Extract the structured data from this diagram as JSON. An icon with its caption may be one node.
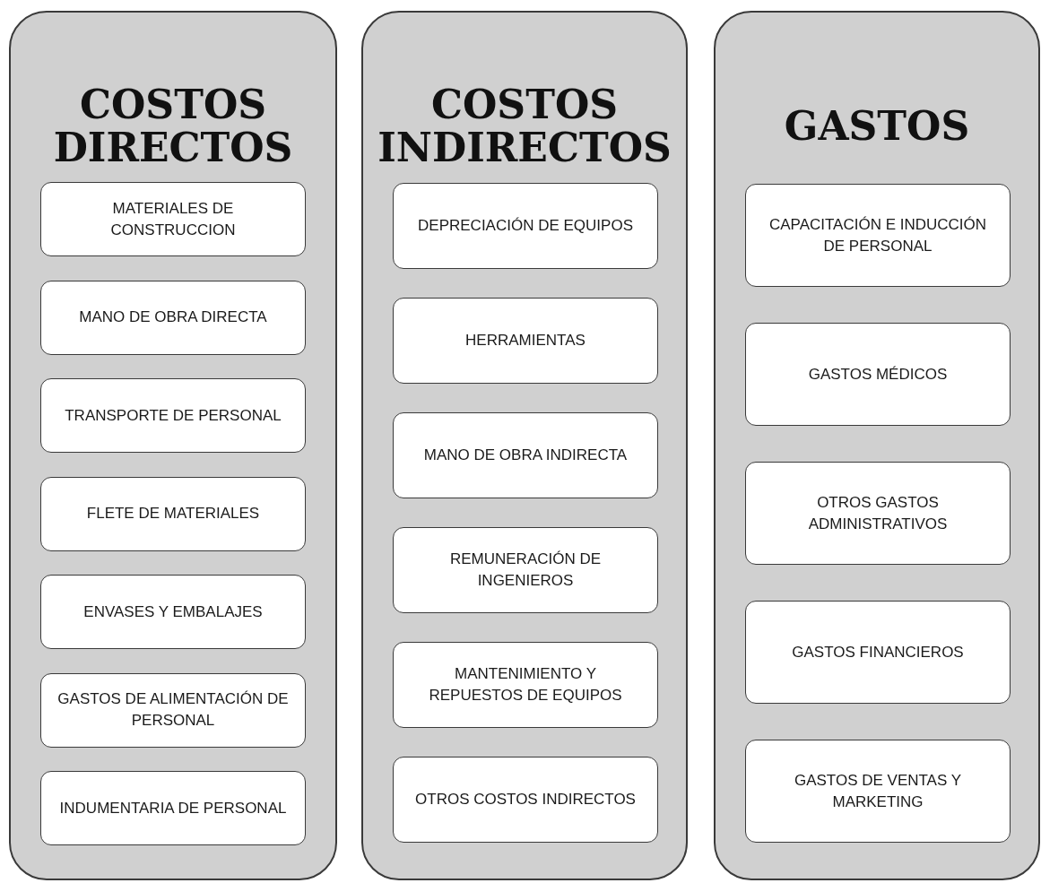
{
  "diagram": {
    "nodes": [
      {
        "text": [
          "COSTOS DIRECTOS"
        ]
      },
      {
        "text": [
          "MATERIALES DE CONSTRUCCION"
        ],
        "in": 0
      },
      {
        "text": [
          "MANO DE OBRA DIRECTA"
        ],
        "in": 0
      },
      {
        "text": [
          "TRANSPORTE DE PERSONAL"
        ],
        "in": 0
      },
      {
        "text": [
          "FLETE DE MATERIALES"
        ],
        "in": 0
      },
      {
        "text": [
          "ENVASES Y EMBALAJES"
        ],
        "in": 0
      },
      {
        "text": [
          "GASTOS DE ALIMENTACIÓN DE PERSONAL"
        ],
        "in": 0
      },
      {
        "text": [
          "INDUMENTARIA DE PERSONAL"
        ],
        "in": 0
      },
      {
        "text": [
          "COSTOS INDIRECTOS"
        ]
      },
      {
        "text": [
          "DEPRECIACIÓN DE EQUIPOS"
        ],
        "in": 8
      },
      {
        "text": [
          "HERRAMIENTAS"
        ],
        "in": 8
      },
      {
        "text": [
          "MANO DE OBRA INDIRECTA"
        ],
        "in": 8
      },
      {
        "text": [
          "REMUNERACIÓN DE INGENIEROS"
        ],
        "in": 8
      },
      {
        "text": [
          "MANTENIMIENTO Y REPUESTOS DE EQUIPOS"
        ],
        "in": 8
      },
      {
        "text": [
          "OTROS COSTOS INDIRECTOS"
        ],
        "in": 8
      },
      {
        "text": [
          "GASTOS"
        ]
      },
      {
        "text": [
          "CAPACITACIÓN E INDUCCIÓN DE PERSONAL"
        ],
        "in": 15
      },
      {
        "text": [
          "GASTOS MÉDICOS"
        ],
        "in": 15
      },
      {
        "text": [
          "OTROS GASTOS ADMINISTRATIVOS"
        ],
        "in": 15
      },
      {
        "text": [
          "GASTOS FINANCIEROS"
        ],
        "in": 15
      },
      {
        "text": [
          "GASTOS DE VENTAS Y MARKETING"
        ],
        "in": 15
      }
    ]
  }
}
